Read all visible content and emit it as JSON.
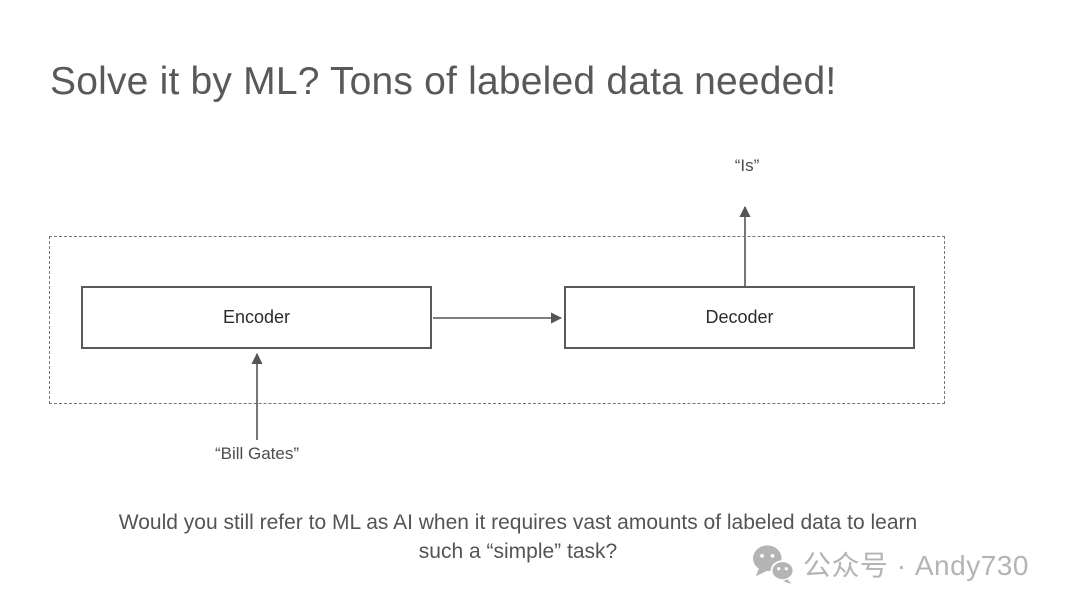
{
  "slide": {
    "title": "Solve it by ML? Tons of labeled data needed!"
  },
  "diagram": {
    "encoder_label": "Encoder",
    "decoder_label": "Decoder",
    "output_label": "“Is”",
    "input_label": "“Bill Gates”",
    "arrows": [
      {
        "name": "input-to-encoder",
        "from": "input-label",
        "to": "encoder-box",
        "direction": "up"
      },
      {
        "name": "encoder-to-decoder",
        "from": "encoder-box",
        "to": "decoder-box",
        "direction": "right"
      },
      {
        "name": "decoder-to-output",
        "from": "decoder-box",
        "to": "output-label",
        "direction": "up"
      }
    ]
  },
  "caption": {
    "line1": "Would you still refer to ML as AI when it requires vast amounts of labeled data to learn",
    "line2": "such a “simple” task?"
  },
  "watermark": {
    "icon": "wechat-logo",
    "text": "公众号 · Andy730"
  },
  "colors": {
    "background": "#ffffff",
    "title_text": "#595959",
    "box_border": "#595959",
    "box_fill": "#ffffff",
    "box_text": "#2b2b2b",
    "dashed_border": "#767676",
    "arrow": "#555555",
    "small_label_text": "#4c4c4c",
    "caption_text": "#545454",
    "watermark": "#b4b4b4"
  }
}
